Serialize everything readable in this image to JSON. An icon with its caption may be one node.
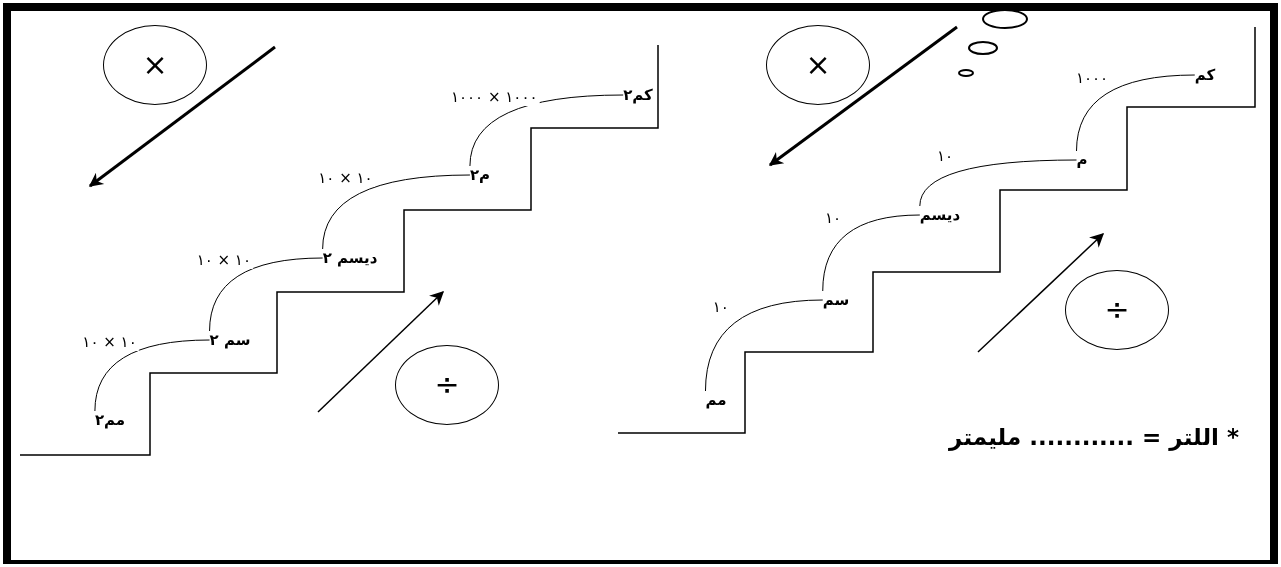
{
  "diagram": {
    "nodes": [
      {
        "text": [
          "×"
        ]
      },
      {
        "text": [
          "مم٢"
        ]
      },
      {
        "text": [
          "سم ٢"
        ]
      },
      {
        "text": [
          "ديسم ٢"
        ]
      },
      {
        "text": [
          "م٢"
        ]
      },
      {
        "text": [
          "كم٢"
        ]
      },
      {
        "text": [
          "÷"
        ]
      },
      {
        "text": [
          "×"
        ]
      },
      {
        "text": [
          "مم"
        ]
      },
      {
        "text": [
          "سم"
        ]
      },
      {
        "text": [
          "ديسم"
        ]
      },
      {
        "text": [
          "م"
        ]
      },
      {
        "text": [
          "كم"
        ]
      },
      {
        "text": [
          "÷"
        ]
      }
    ],
    "edges": [
      {
        "from": 1,
        "to": 2,
        "arrow": "none",
        "label": "١٠ × ١٠"
      },
      {
        "from": 2,
        "to": 3,
        "arrow": "none",
        "label": "١٠ × ١٠"
      },
      {
        "from": 3,
        "to": 4,
        "arrow": "none",
        "label": "١٠ × ١٠"
      },
      {
        "from": 4,
        "to": 5,
        "arrow": "none",
        "label": "١٠٠٠ × ١٠٠٠"
      },
      {
        "from": 8,
        "to": 9,
        "arrow": "none",
        "label": "١٠"
      },
      {
        "from": 9,
        "to": 10,
        "arrow": "none",
        "label": "١٠"
      },
      {
        "from": 10,
        "to": 11,
        "arrow": "none",
        "label": "١٠"
      },
      {
        "from": 11,
        "to": 12,
        "arrow": "none",
        "label": "١٠٠٠"
      }
    ],
    "labels": [
      "* اللتر = ............ مليمتر"
    ]
  }
}
